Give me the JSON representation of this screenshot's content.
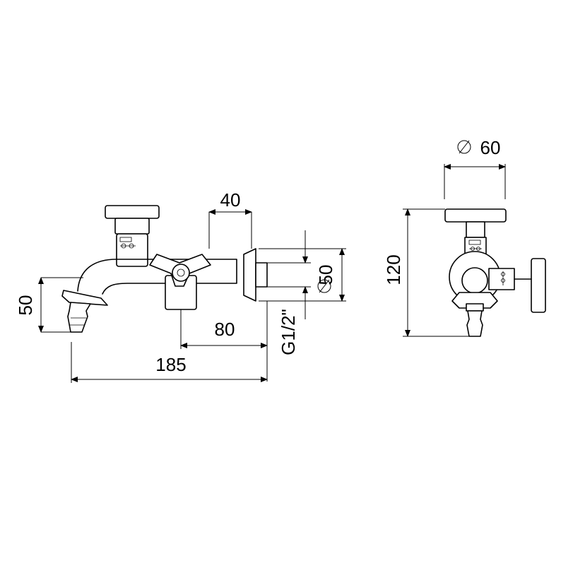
{
  "drawing": {
    "background": "#ffffff",
    "line_color": "#000000"
  },
  "dimensions": {
    "side_view": {
      "total_length": "185",
      "wall_to_valve": "80",
      "flange_depth": "40",
      "outlet_height": "50",
      "flange_height": "50",
      "thread": "G1/2\""
    },
    "front_view": {
      "flange_diameter": "60",
      "total_height": "120"
    }
  }
}
